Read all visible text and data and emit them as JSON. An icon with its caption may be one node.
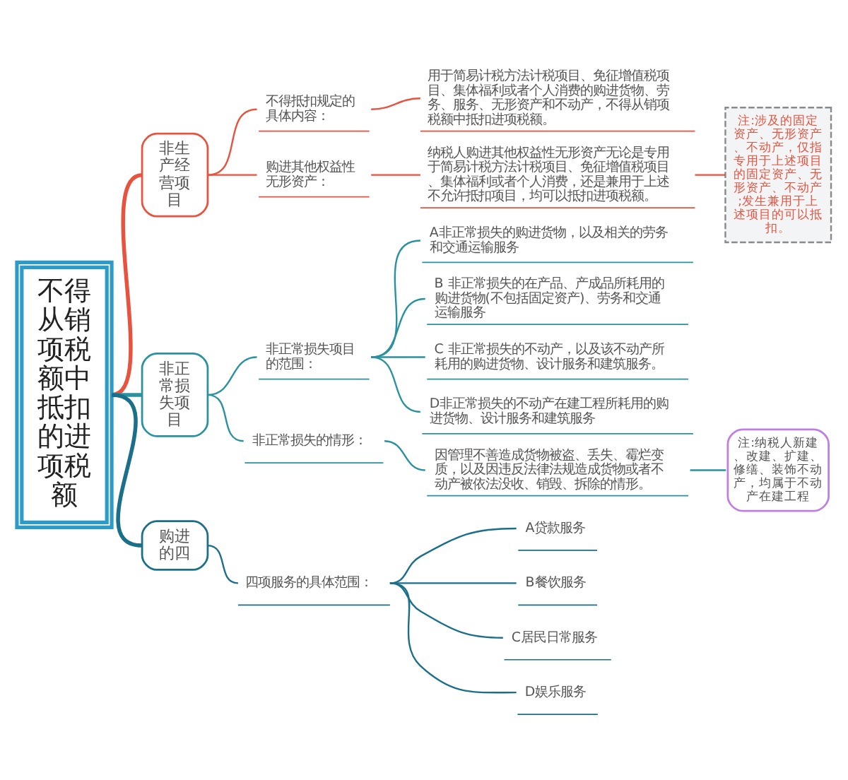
{
  "diagram": {
    "nodes": [
      {
        "text": [
          "不得从销项税额中抵扣的进项税额"
        ]
      },
      {
        "text": [
          "非生产经营项目"
        ]
      },
      {
        "text": [
          "不得抵扣规定的具体内容："
        ]
      },
      {
        "text": [
          "用于简易计税方法计税项目、免征增值税项目、集体福利或者个人消费的购进货物、劳务、服务、无形资产和不动产，不得从销项税额中抵扣进项税额。"
        ]
      },
      {
        "text": [
          "购进其他权益性无形资产："
        ]
      },
      {
        "text": [
          "纳税人购进其他权益性无形资产无论是专用于简易计税方法计税项目、免征增值税项目、集体福利或者个人消费，还是兼用于上述不允许抵扣项目，均可以抵扣进项税额。"
        ]
      },
      {
        "text": [
          "注:涉及的固定资产、无形资产、不动产，仅指专用于上述项目的固定资产、无形资产、不动产;发生兼用于上述项目的可以抵扣。"
        ]
      },
      {
        "text": [
          "非正常损失项目"
        ]
      },
      {
        "text": [
          "非正常损失项目的范围："
        ]
      },
      {
        "text": [
          "A非正常损失的购进货物，以及相关的劳务和交通运输服务"
        ]
      },
      {
        "text": [
          "B 非正常损失的在产品、产成品所耗用的购进货物(不包括固定资产)、劳务和交通运输服务"
        ]
      },
      {
        "text": [
          "C 非正常损失的不动产，以及该不动产所耗用的购进货物、设计服务和建筑服务。"
        ]
      },
      {
        "text": [
          "D非正常损失的不动产在建工程所耗用的购进货物、设计服务和建筑服务"
        ]
      },
      {
        "text": [
          "非正常损失的情形："
        ]
      },
      {
        "text": [
          "因管理不善造成货物被盗、丢失、霉烂变质，以及因违反法律法规造成货物或者不动产被依法没收、销毁、拆除的情形。"
        ]
      },
      {
        "text": [
          "注:纳税人新建、改建、扩建、修缮、装饰不动产，均属于不动产在建工程"
        ]
      },
      {
        "text": [
          "购进的四"
        ]
      },
      {
        "text": [
          "四项服务的具体范围："
        ]
      },
      {
        "text": [
          "A贷款服务"
        ]
      },
      {
        "text": [
          "B餐饮服务"
        ]
      },
      {
        "text": [
          "C居民日常服务"
        ]
      },
      {
        "text": [
          "D娱乐服务"
        ]
      }
    ],
    "edges": [
      {
        "from": 0,
        "to": 1,
        "arrow": "none",
        "style": "thick",
        "color": "#e8533f"
      },
      {
        "from": 1,
        "to": 2,
        "arrow": "none",
        "color": "#e8533f"
      },
      {
        "from": 2,
        "to": 3,
        "arrow": "none",
        "color": "#e8533f"
      },
      {
        "from": 1,
        "to": 4,
        "arrow": "none",
        "color": "#e8533f"
      },
      {
        "from": 4,
        "to": 5,
        "arrow": "none",
        "color": "#e8533f"
      },
      {
        "from": 5,
        "to": 6,
        "arrow": "none",
        "color": "#e8533f"
      },
      {
        "from": 0,
        "to": 7,
        "arrow": "none",
        "style": "thick"
      },
      {
        "from": 7,
        "to": 8,
        "arrow": "none"
      },
      {
        "from": 8,
        "to": 9,
        "arrow": "none"
      },
      {
        "from": 8,
        "to": 10,
        "arrow": "none"
      },
      {
        "from": 8,
        "to": 11,
        "arrow": "none"
      },
      {
        "from": 8,
        "to": 12,
        "arrow": "none"
      },
      {
        "from": 7,
        "to": 13,
        "arrow": "none"
      },
      {
        "from": 13,
        "to": 14,
        "arrow": "none"
      },
      {
        "from": 14,
        "to": 15,
        "arrow": "none"
      },
      {
        "from": 0,
        "to": 16,
        "arrow": "none",
        "style": "thick",
        "color": "#1b6f8a"
      },
      {
        "from": 16,
        "to": 17,
        "arrow": "none",
        "color": "#1b6f8a"
      },
      {
        "from": 17,
        "to": 18,
        "arrow": "none",
        "color": "#1b6f8a"
      },
      {
        "from": 17,
        "to": 19,
        "arrow": "none",
        "color": "#1b6f8a"
      },
      {
        "from": 17,
        "to": 20,
        "arrow": "none",
        "color": "#1b6f8a"
      },
      {
        "from": 17,
        "to": 21,
        "arrow": "none",
        "color": "#1b6f8a"
      }
    ]
  }
}
